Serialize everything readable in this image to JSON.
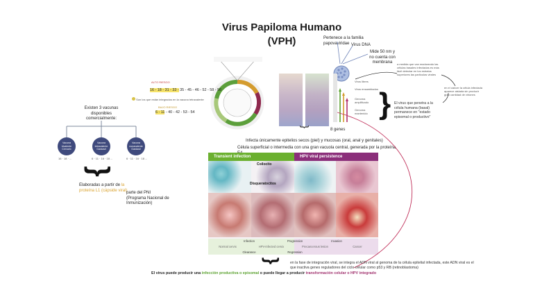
{
  "title": {
    "line1": "Virus Papiloma Humano",
    "line2": "(VPH)"
  },
  "virus_facts": {
    "family": "Pertenece a la familia papovaviridae",
    "dna": "Virus DNA",
    "size": "Mide 50 nm y no cuenta con membrana"
  },
  "genes_label": "8 genes",
  "infects": "Infecta únicamente epitelios secos (piel) y mucosas (oral, anal y genitales)",
  "koilocyte_note": "Célula superficial o intermedia con una gran vacuola central, generada por la proteína E4",
  "risk": {
    "high_title": "ALTO RIESGO",
    "high_types_hl": "16 - 18 - 31 - 33 -",
    "high_types_rest": "35 - 45 - 46 - 52 - 58 - 56",
    "integrated_note": "Son los que están integrados en la vacuna tetravalente",
    "low_title": "BAJO RIESGO",
    "low_types_hl": "6 - 11",
    "low_types_rest": "- 40 - 42 - 53 - 54"
  },
  "vaccines": {
    "intro": "Existen 3 vacunas disponibles comercialmente:",
    "items": [
      {
        "label": "Vacuna bivalente Cervarix"
      },
      {
        "label": "Vacuna tetravalente Gardasil"
      },
      {
        "label": "Vacuna nonavalente Gardasil"
      }
    ],
    "made_of_prefix": "Elaboradas a partir de",
    "made_of_hl": "la proteína L1 (cápside viral)",
    "program": "parte del PNI (Programa Nacional de Inmunización)"
  },
  "right_notes": {
    "maturation": "a medida que van madurando las células basales infectadas es más fácil detectar en los estratos superiores las partículas virales",
    "integrated": "en el cáncer la célula infectada aparece aislada sin producir gran cantidad de viriones",
    "question": "El virus que penetra a la célula humana (basal) permanece en \"estado episomal o productivo\""
  },
  "panel": {
    "header_left": "Transient infection",
    "header_right": "HPV viral persistence",
    "label_koilocyte": "Coilocito",
    "label_disq": "Disqueratocitos"
  },
  "stages": {
    "s1": "Normal cervix",
    "s2": "HPV-infected cervix",
    "s3": "Precancerous lesion",
    "s4": "Cancer",
    "a1": "Infection",
    "a2": "Progression",
    "a3": "Invasion",
    "b1": "Clearance",
    "b2": "Regression"
  },
  "integration_note": "en la fase de integración viral, se integra el ADN viral al genoma de la célula epitelial infectada, este ADN viral es el que inactiva genes reguladores del ciclo celular como p53 y RB (retinoblastoma)",
  "footer": {
    "prefix": "El virus puede producir una",
    "green": "infección productiva o episomal",
    "middle": "o puede llegar a producir",
    "purple": "transformación celular o  HPV integrado"
  },
  "colors": {
    "vaccine_bubble": "#3f4a7d",
    "band_green": "#6bb02f",
    "band_purple": "#8b2f7a",
    "arrow_red": "#c0305a"
  }
}
